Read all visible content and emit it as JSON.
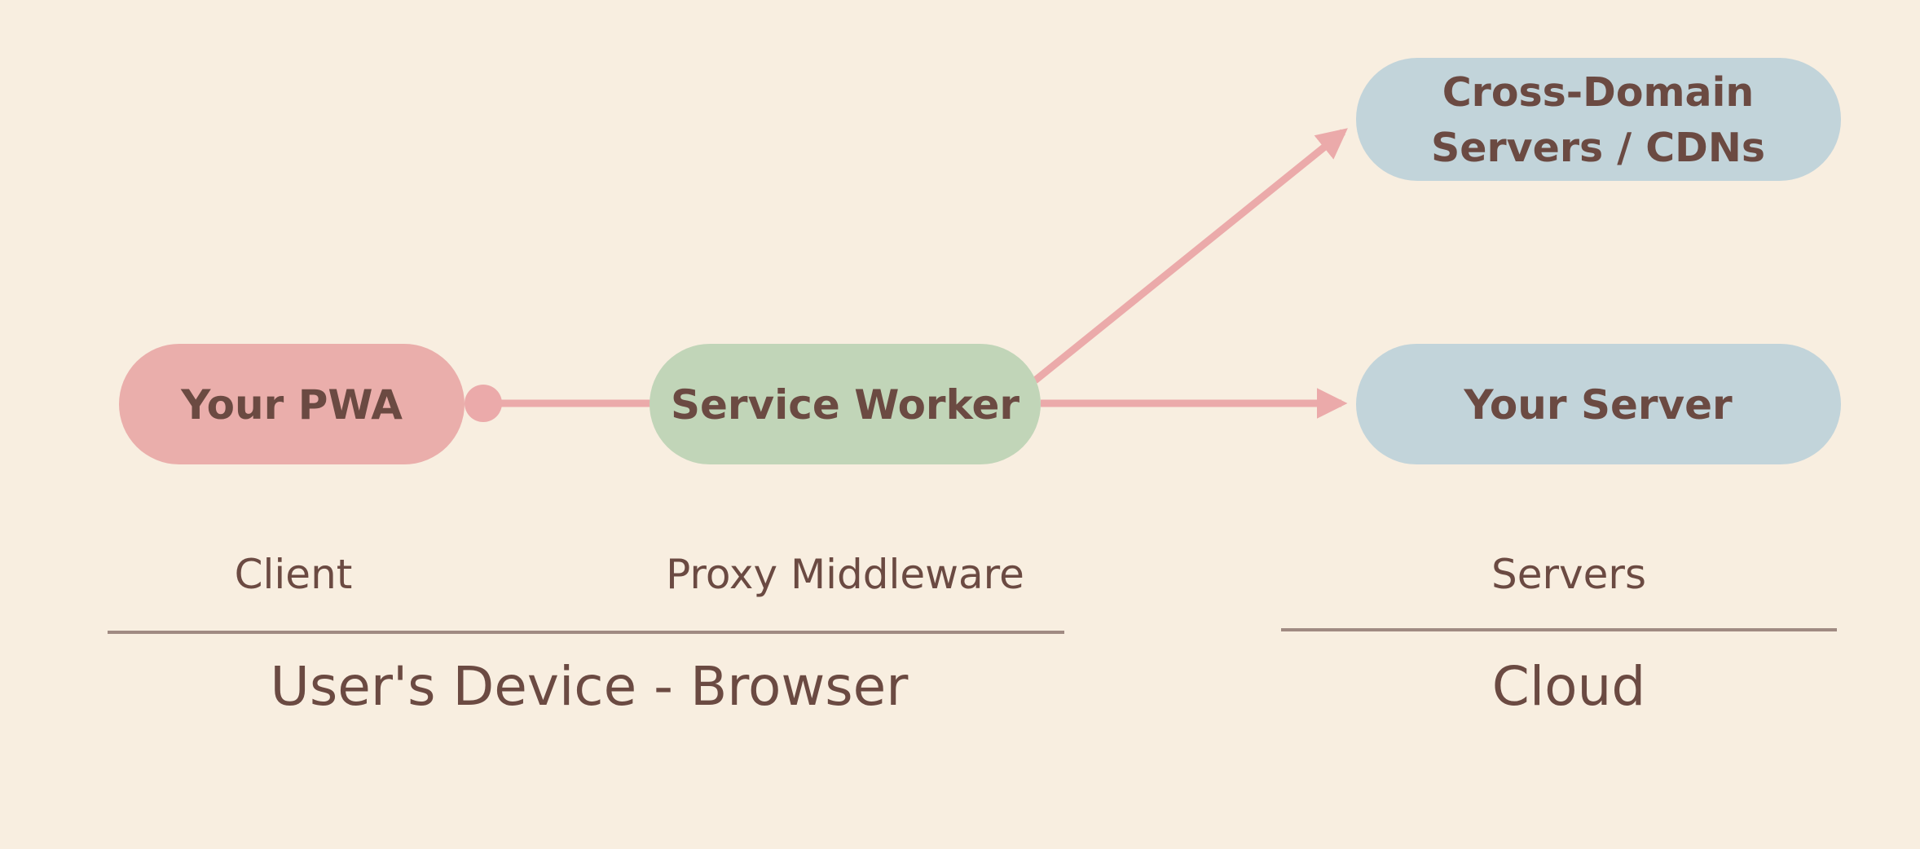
{
  "colors": {
    "background": "#f8eee0",
    "pwa_fill": "#eaaeab",
    "service_worker_fill": "#c1d5b8",
    "server_fill": "#c2d4da",
    "connector": "#ebaaaa",
    "text": "#6b4a42",
    "divider": "#a08a82"
  },
  "nodes": {
    "pwa": {
      "label": "Your PWA"
    },
    "service_worker": {
      "label": "Service Worker"
    },
    "cdn": {
      "label_line1": "Cross-Domain",
      "label_line2": "Servers / CDNs"
    },
    "your_server": {
      "label": "Your Server"
    }
  },
  "columns": {
    "client": "Client",
    "proxy": "Proxy Middleware",
    "servers": "Servers"
  },
  "groups": {
    "device": "User's Device - Browser",
    "cloud": "Cloud"
  }
}
